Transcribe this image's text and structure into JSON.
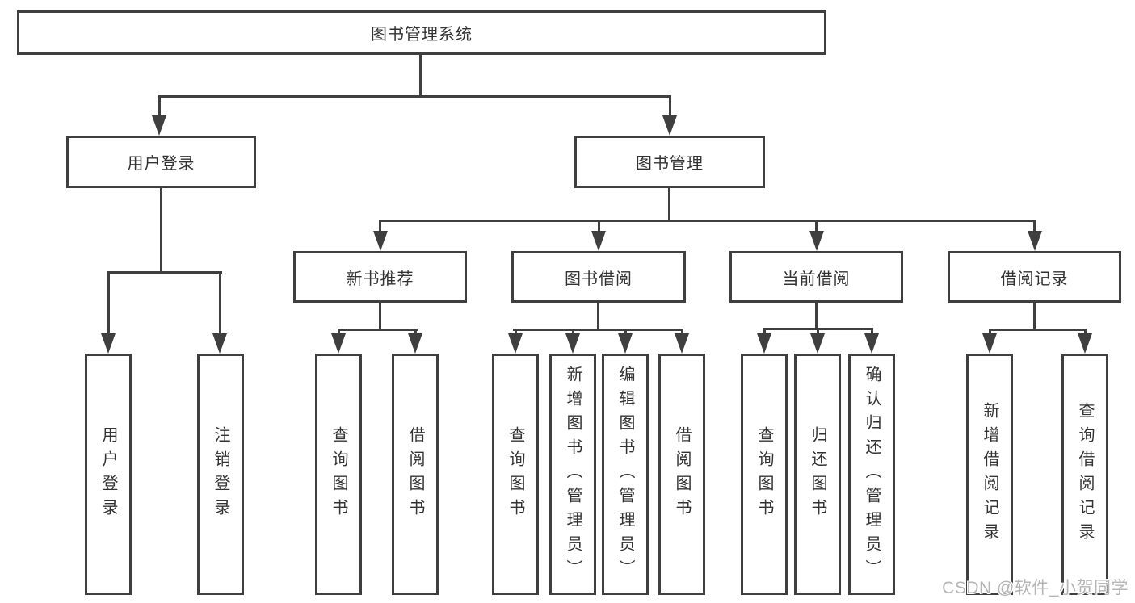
{
  "diagram": {
    "root": {
      "label": "图书管理系统"
    },
    "level2": [
      {
        "id": "user-login",
        "label": "用户登录"
      },
      {
        "id": "book-management",
        "label": "图书管理"
      }
    ],
    "level3": [
      {
        "id": "new-book-recommend",
        "label": "新书推荐",
        "parent": "图书管理"
      },
      {
        "id": "book-borrow",
        "label": "图书借阅",
        "parent": "图书管理"
      },
      {
        "id": "current-borrow",
        "label": "当前借阅",
        "parent": "图书管理"
      },
      {
        "id": "borrow-records",
        "label": "借阅记录",
        "parent": "图书管理"
      }
    ],
    "leaves": [
      {
        "id": "user-login-leaf",
        "label": "用户登录",
        "parent": "用户登录"
      },
      {
        "id": "logout",
        "label": "注销登录",
        "parent": "用户登录"
      },
      {
        "id": "query-books-recommend",
        "label": "查询图书",
        "parent": "新书推荐"
      },
      {
        "id": "borrow-books-recommend",
        "label": "借阅图书",
        "parent": "新书推荐"
      },
      {
        "id": "query-books-borrow",
        "label": "查询图书",
        "parent": "图书借阅"
      },
      {
        "id": "add-books-admin",
        "label": "新增图书（管理员）",
        "parent": "图书借阅"
      },
      {
        "id": "edit-books-admin",
        "label": "编辑图书（管理员）",
        "parent": "图书借阅"
      },
      {
        "id": "borrow-books",
        "label": "借阅图书",
        "parent": "图书借阅"
      },
      {
        "id": "query-books-current",
        "label": "查询图书",
        "parent": "当前借阅"
      },
      {
        "id": "return-books",
        "label": "归还图书",
        "parent": "当前借阅"
      },
      {
        "id": "confirm-return-admin",
        "label": "确认归还（管理员）",
        "parent": "当前借阅"
      },
      {
        "id": "add-borrow-record",
        "label": "新增借阅记录",
        "parent": "借阅记录"
      },
      {
        "id": "query-borrow-record",
        "label": "查询借阅记录",
        "parent": "借阅记录"
      }
    ],
    "watermark": "CSDN @软件_小贺同学",
    "colors": {
      "line": "#3f3f3f",
      "text": "#333333",
      "watermark": "#b5b5b5",
      "background": "#ffffff"
    }
  }
}
